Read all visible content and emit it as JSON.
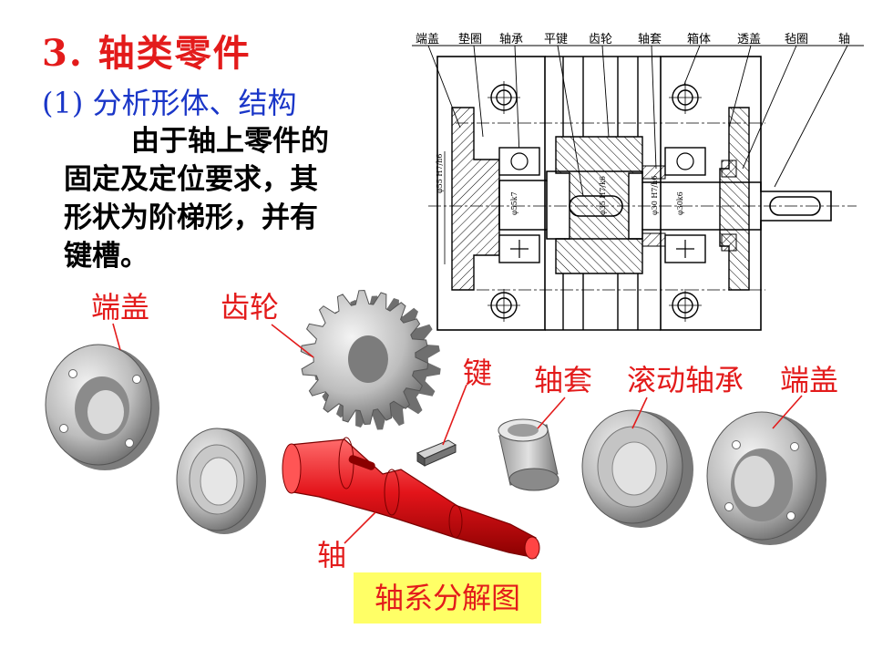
{
  "title": "3. 轴类零件",
  "subtitle": "(1) 分析形体、结构",
  "paragraph": [
    "由于轴上零件的",
    "固定及定位要求，其",
    "形状为阶梯形，并有",
    "键槽。"
  ],
  "drawing_labels": [
    "端盖",
    "垫圈",
    "轴承",
    "平键",
    "齿轮",
    "轴套",
    "箱体",
    "透盖",
    "毡圈",
    "轴"
  ],
  "dims": {
    "d55": "φ55",
    "d55fit": "H7/h6",
    "d55k7": "φ55k7",
    "d35": "φ35",
    "d35fit": "H7/k6",
    "d30": "φ30",
    "d30fit": "H7/h6",
    "d30k6": "φ30k6"
  },
  "parts": {
    "end_cap_left": "端盖",
    "gear": "齿轮",
    "key": "键",
    "sleeve": "轴套",
    "bearing": "滚动轴承",
    "end_cap_right": "端盖",
    "shaft": "轴"
  },
  "caption": "轴系分解图",
  "colors": {
    "title": "#e31b1b",
    "subtitle": "#1a36c8",
    "caption_bg": "#ffff66",
    "shaft": "#e3141a"
  }
}
